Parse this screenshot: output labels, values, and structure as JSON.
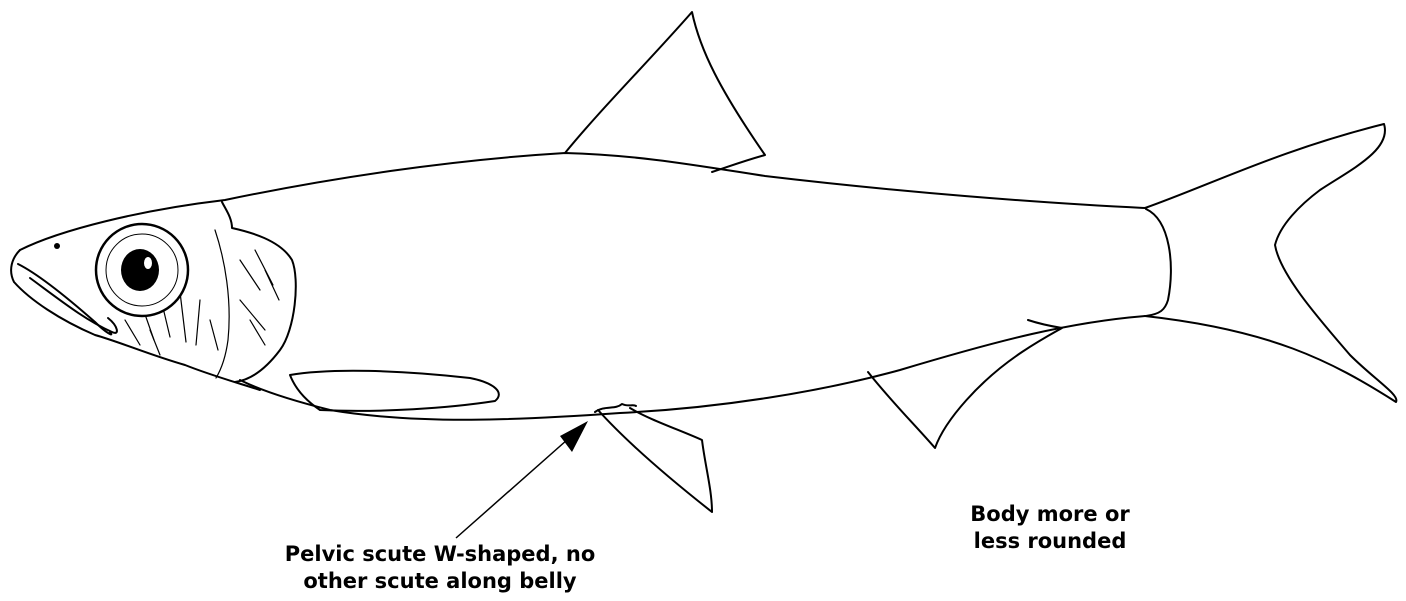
{
  "annotations": {
    "pelvic_scute": {
      "line1": "Pelvic scute W-shaped, no",
      "line2": "other scute along belly"
    },
    "body_shape": {
      "line1": "Body more or",
      "line2": "less rounded"
    }
  },
  "colors": {
    "ink": "#000000",
    "paper": "#ffffff"
  }
}
